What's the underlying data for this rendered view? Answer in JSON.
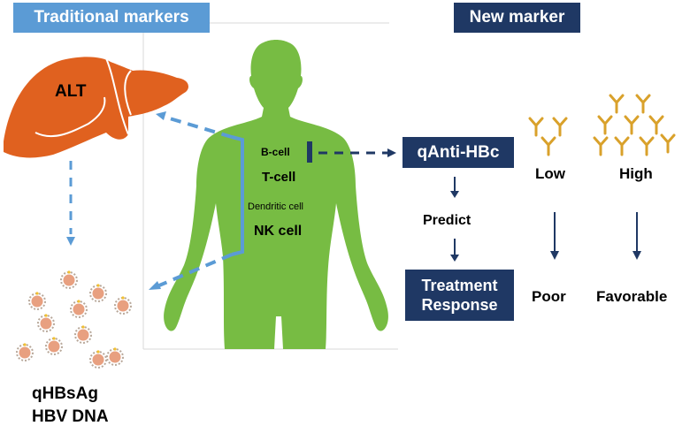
{
  "headers": {
    "traditional": "Traditional markers",
    "new": "New marker"
  },
  "liver": {
    "label": "ALT",
    "color": "#e0611f"
  },
  "body": {
    "color": "#77bc43",
    "immune_cells": [
      "B-cell",
      "T-cell",
      "Dendritic cell",
      "NK cell"
    ]
  },
  "virus": {
    "labels": [
      "qHBsAg",
      "HBV DNA"
    ]
  },
  "flow": {
    "marker": "qAnti-HBc",
    "predict": "Predict",
    "treatment_line1": "Treatment",
    "treatment_line2": "Response"
  },
  "levels": {
    "low": {
      "label": "Low",
      "antibody_count": 3,
      "outcome": "Poor"
    },
    "high": {
      "label": "High",
      "antibody_count": 9,
      "outcome": "Favorable"
    }
  },
  "colors": {
    "traditional_accent": "#5b9bd5",
    "new_accent": "#1f3864",
    "antibody": "#d9a12b"
  }
}
